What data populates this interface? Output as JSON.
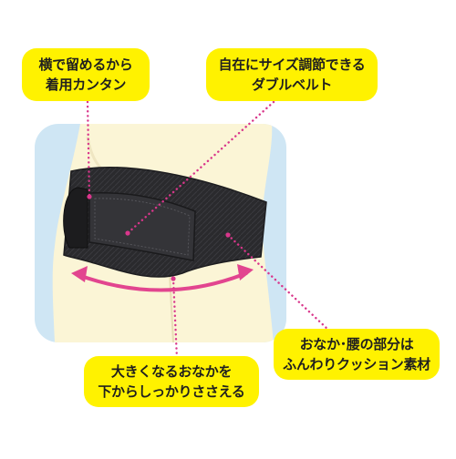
{
  "callouts": {
    "side_fastening": {
      "line1": "横で留めるから",
      "line2": "着用カンタン"
    },
    "adjustable_belt": {
      "line1": "自在にサイズ調節できる",
      "line2": "ダブルベルト"
    },
    "soft_material": {
      "line1": "おなか･腰の部分は",
      "line2": "ふんわりクッション素材"
    },
    "belly_support": {
      "line1": "大きくなるおなかを",
      "line2": "下からしっかりささえる"
    }
  },
  "colors": {
    "callout_bg": "#fff200",
    "panel_bg": "#cfe6f4",
    "skin": "#fbf5d6",
    "belt": "#2a2a2d",
    "leader_dots": "#d9368b",
    "arrow": "#e2458f"
  },
  "icons": [
    "double-headed-arc-arrow"
  ]
}
